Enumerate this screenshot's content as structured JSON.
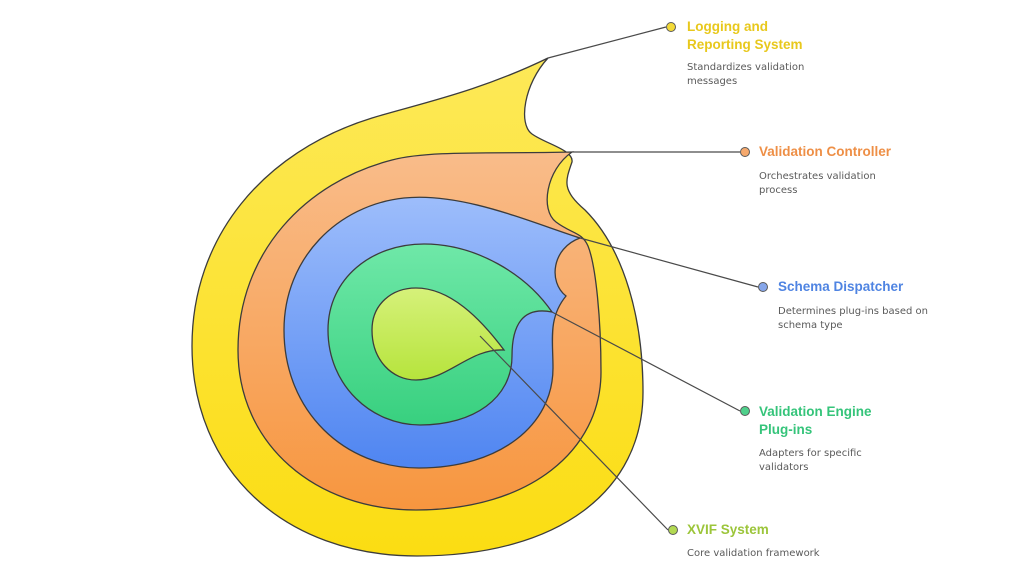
{
  "layers": [
    {
      "title": "Logging and\nReporting System",
      "description": "Standardizes validation\nmessages",
      "color": "#fce21f",
      "title_color": "#e5c619"
    },
    {
      "title": "Validation Controller",
      "description": "Orchestrates validation\nprocess",
      "color": "#f9ad6a",
      "title_color": "#ee8e45"
    },
    {
      "title": "Schema Dispatcher",
      "description": "Determines plug-ins based on\nschema type",
      "color": "#6e9bf4",
      "title_color": "#4f84e2"
    },
    {
      "title": "Validation Engine\nPlug-ins",
      "description": "Adapters for specific\nvalidators",
      "color": "#4edb90",
      "title_color": "#35c47a"
    },
    {
      "title": "XVIF System",
      "description": "Core validation framework",
      "color": "#c5ec5a",
      "title_color": "#9cc53a"
    }
  ]
}
